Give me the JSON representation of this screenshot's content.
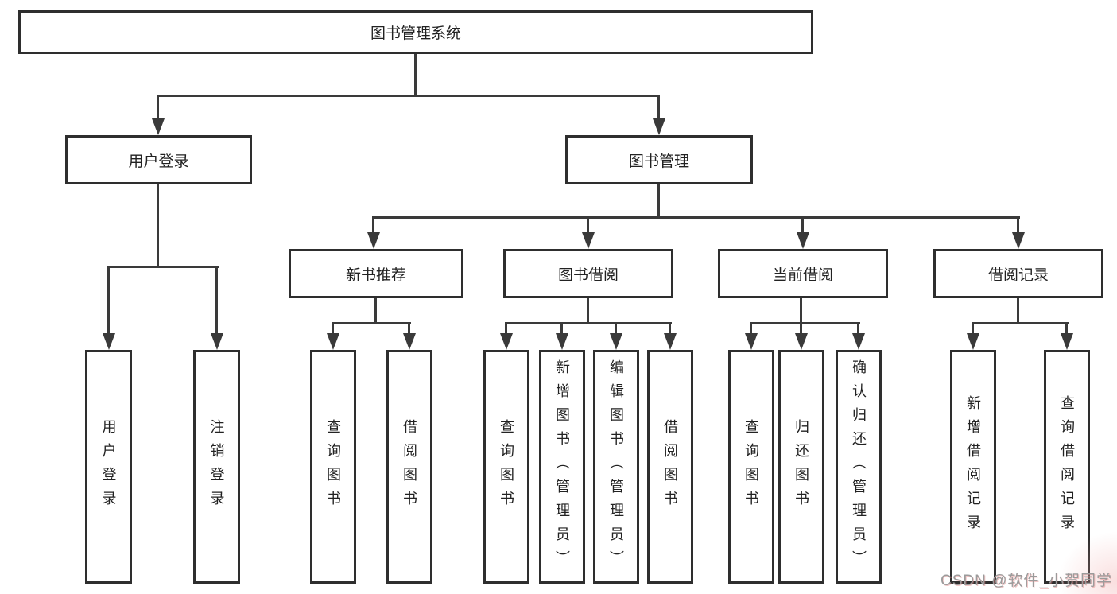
{
  "diagram": {
    "root": {
      "label": "图书管理系统"
    },
    "level2": [
      {
        "label": "用户登录"
      },
      {
        "label": "图书管理"
      }
    ],
    "level3": [
      {
        "label": "新书推荐"
      },
      {
        "label": "图书借阅"
      },
      {
        "label": "当前借阅"
      },
      {
        "label": "借阅记录"
      }
    ],
    "leaves": {
      "user_login": [
        "用户登录",
        "注销登录"
      ],
      "new_books": [
        "查询图书",
        "借阅图书"
      ],
      "book_borrow": [
        "查询图书",
        "新增图书（管理员）",
        "编辑图书（管理员）",
        "借阅图书"
      ],
      "current_borrow": [
        "查询图书",
        "归还图书",
        "确认归还（管理员）"
      ],
      "borrow_records": [
        "新增借阅记录",
        "查询借阅记录"
      ]
    }
  },
  "watermark": {
    "text": "CSDN @软件_小贺同学"
  },
  "colors": {
    "line": "#3a3a3a",
    "border": "#2e2e2e",
    "text": "#222222",
    "watermark": "#9b9b9b",
    "watermark_accent": "#e08080",
    "corner_tint": "#f0aaaa"
  }
}
